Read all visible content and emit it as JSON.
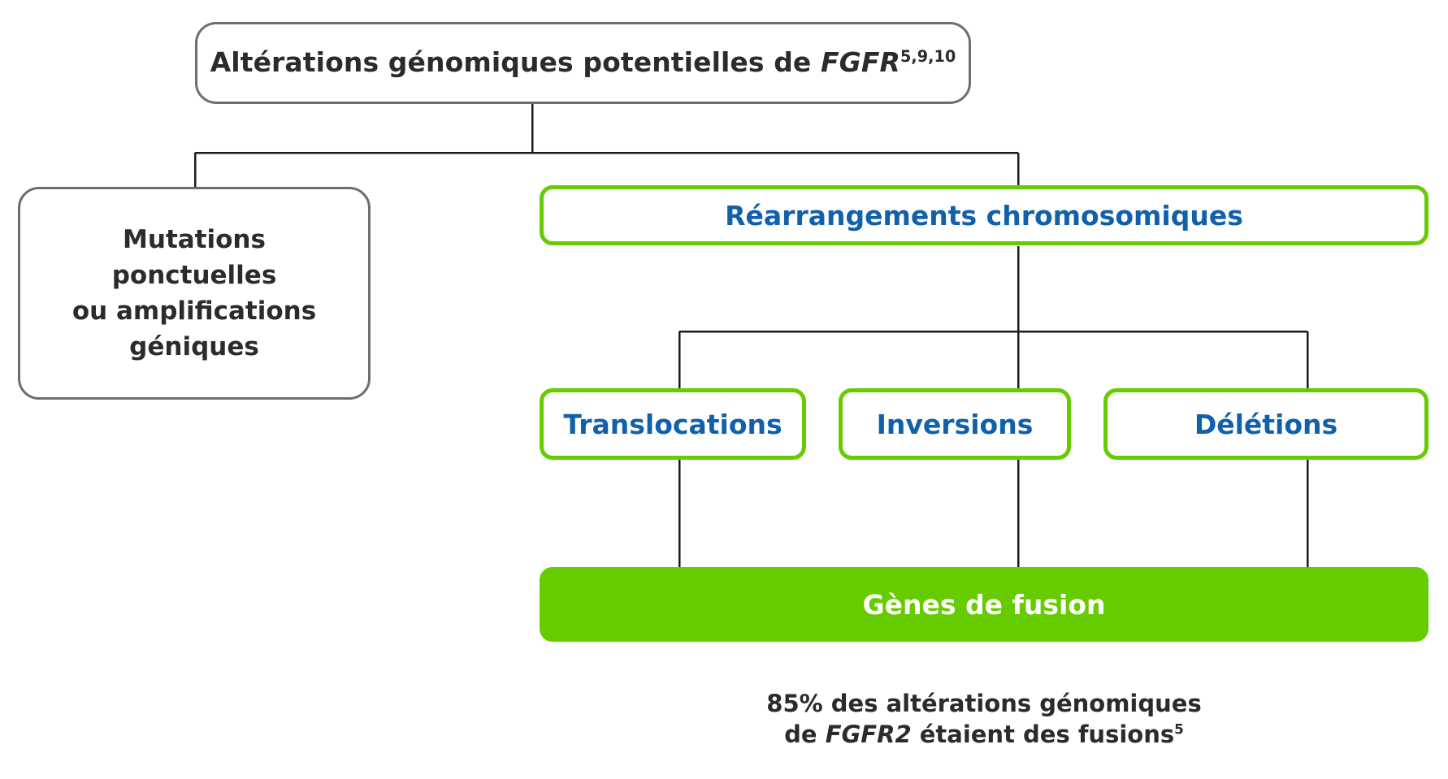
{
  "diagram": {
    "title": "Altérations génomiques potentielles de FGFR5,9,10",
    "root": {
      "text_main": "Altérations génomiques potentielles de ",
      "gene": "FGFR",
      "superscript": "5,9,10"
    },
    "branch_left": {
      "label": "Mutations ponctuelles ou amplifications géniques",
      "lines": [
        "Mutations",
        "ponctuelles",
        "ou amplifications",
        "géniques"
      ]
    },
    "branch_right": {
      "label": "Réarrangements chromosomiques"
    },
    "sub_branches": [
      {
        "label": "Translocations"
      },
      {
        "label": "Inversions"
      },
      {
        "label": "Délétions"
      }
    ],
    "outcome": {
      "label": "Gènes de fusion"
    },
    "caption": {
      "line1": "85% des altérations génomiques",
      "line2_pre": "de ",
      "line2_gene": "FGFR2",
      "line2_post": " étaient des fusions",
      "superscript": "5"
    },
    "colors": {
      "green_accent": "#66cc00",
      "blue_text": "#1060ac",
      "grey_border": "#6e6e6e",
      "dark_text": "#2b2b2b",
      "white": "#ffffff",
      "connector_line": "#1a1a1a"
    }
  }
}
